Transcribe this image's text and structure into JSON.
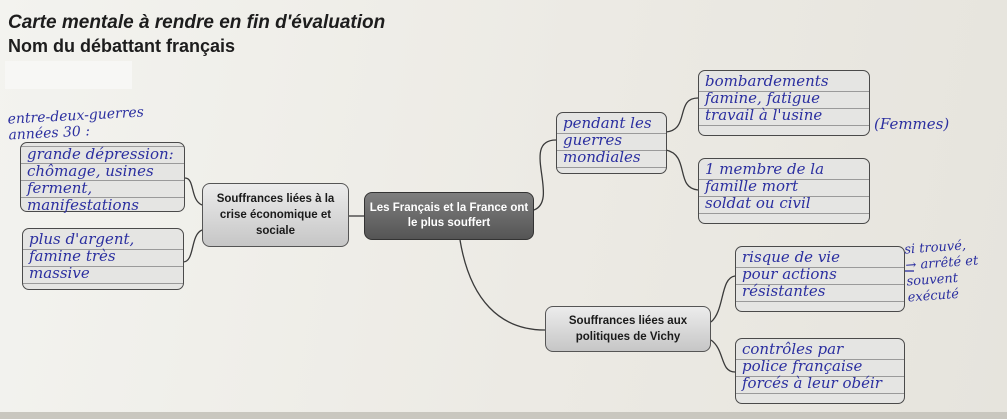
{
  "header": {
    "title": "Carte mentale à rendre en fin d'évaluation",
    "subtitle": "Nom du débattant français"
  },
  "map": {
    "center": "Les Français et la France ont le plus souffert",
    "branch_economic": "Souffrances liées à la crise économique et sociale",
    "branch_vichy": "Souffrances liées aux politiques de Vichy",
    "leaf_depression": "grande dépression:\nchômage, usines\nferment, manifestations",
    "leaf_money": "plus d'argent,\nfamine très\nmassive",
    "leaf_wars": "pendant les\nguerres\nmondiales",
    "leaf_bombing": "bombardements\nfamine, fatigue\ntravail à l'usine",
    "leaf_family": "1 membre de la\nfamille mort\nsoldat ou civil",
    "leaf_risk": "risque de vie\npour actions\nrésistantes",
    "leaf_police": "contrôles par\npolice française\nforcés à leur obéir"
  },
  "annotations": {
    "interwar": "entre-deux-guerres\nannées 30 :",
    "women": "(Femmes)",
    "found": "si trouvé,\n→ arrêté et\nsouvent\nexécuté"
  }
}
